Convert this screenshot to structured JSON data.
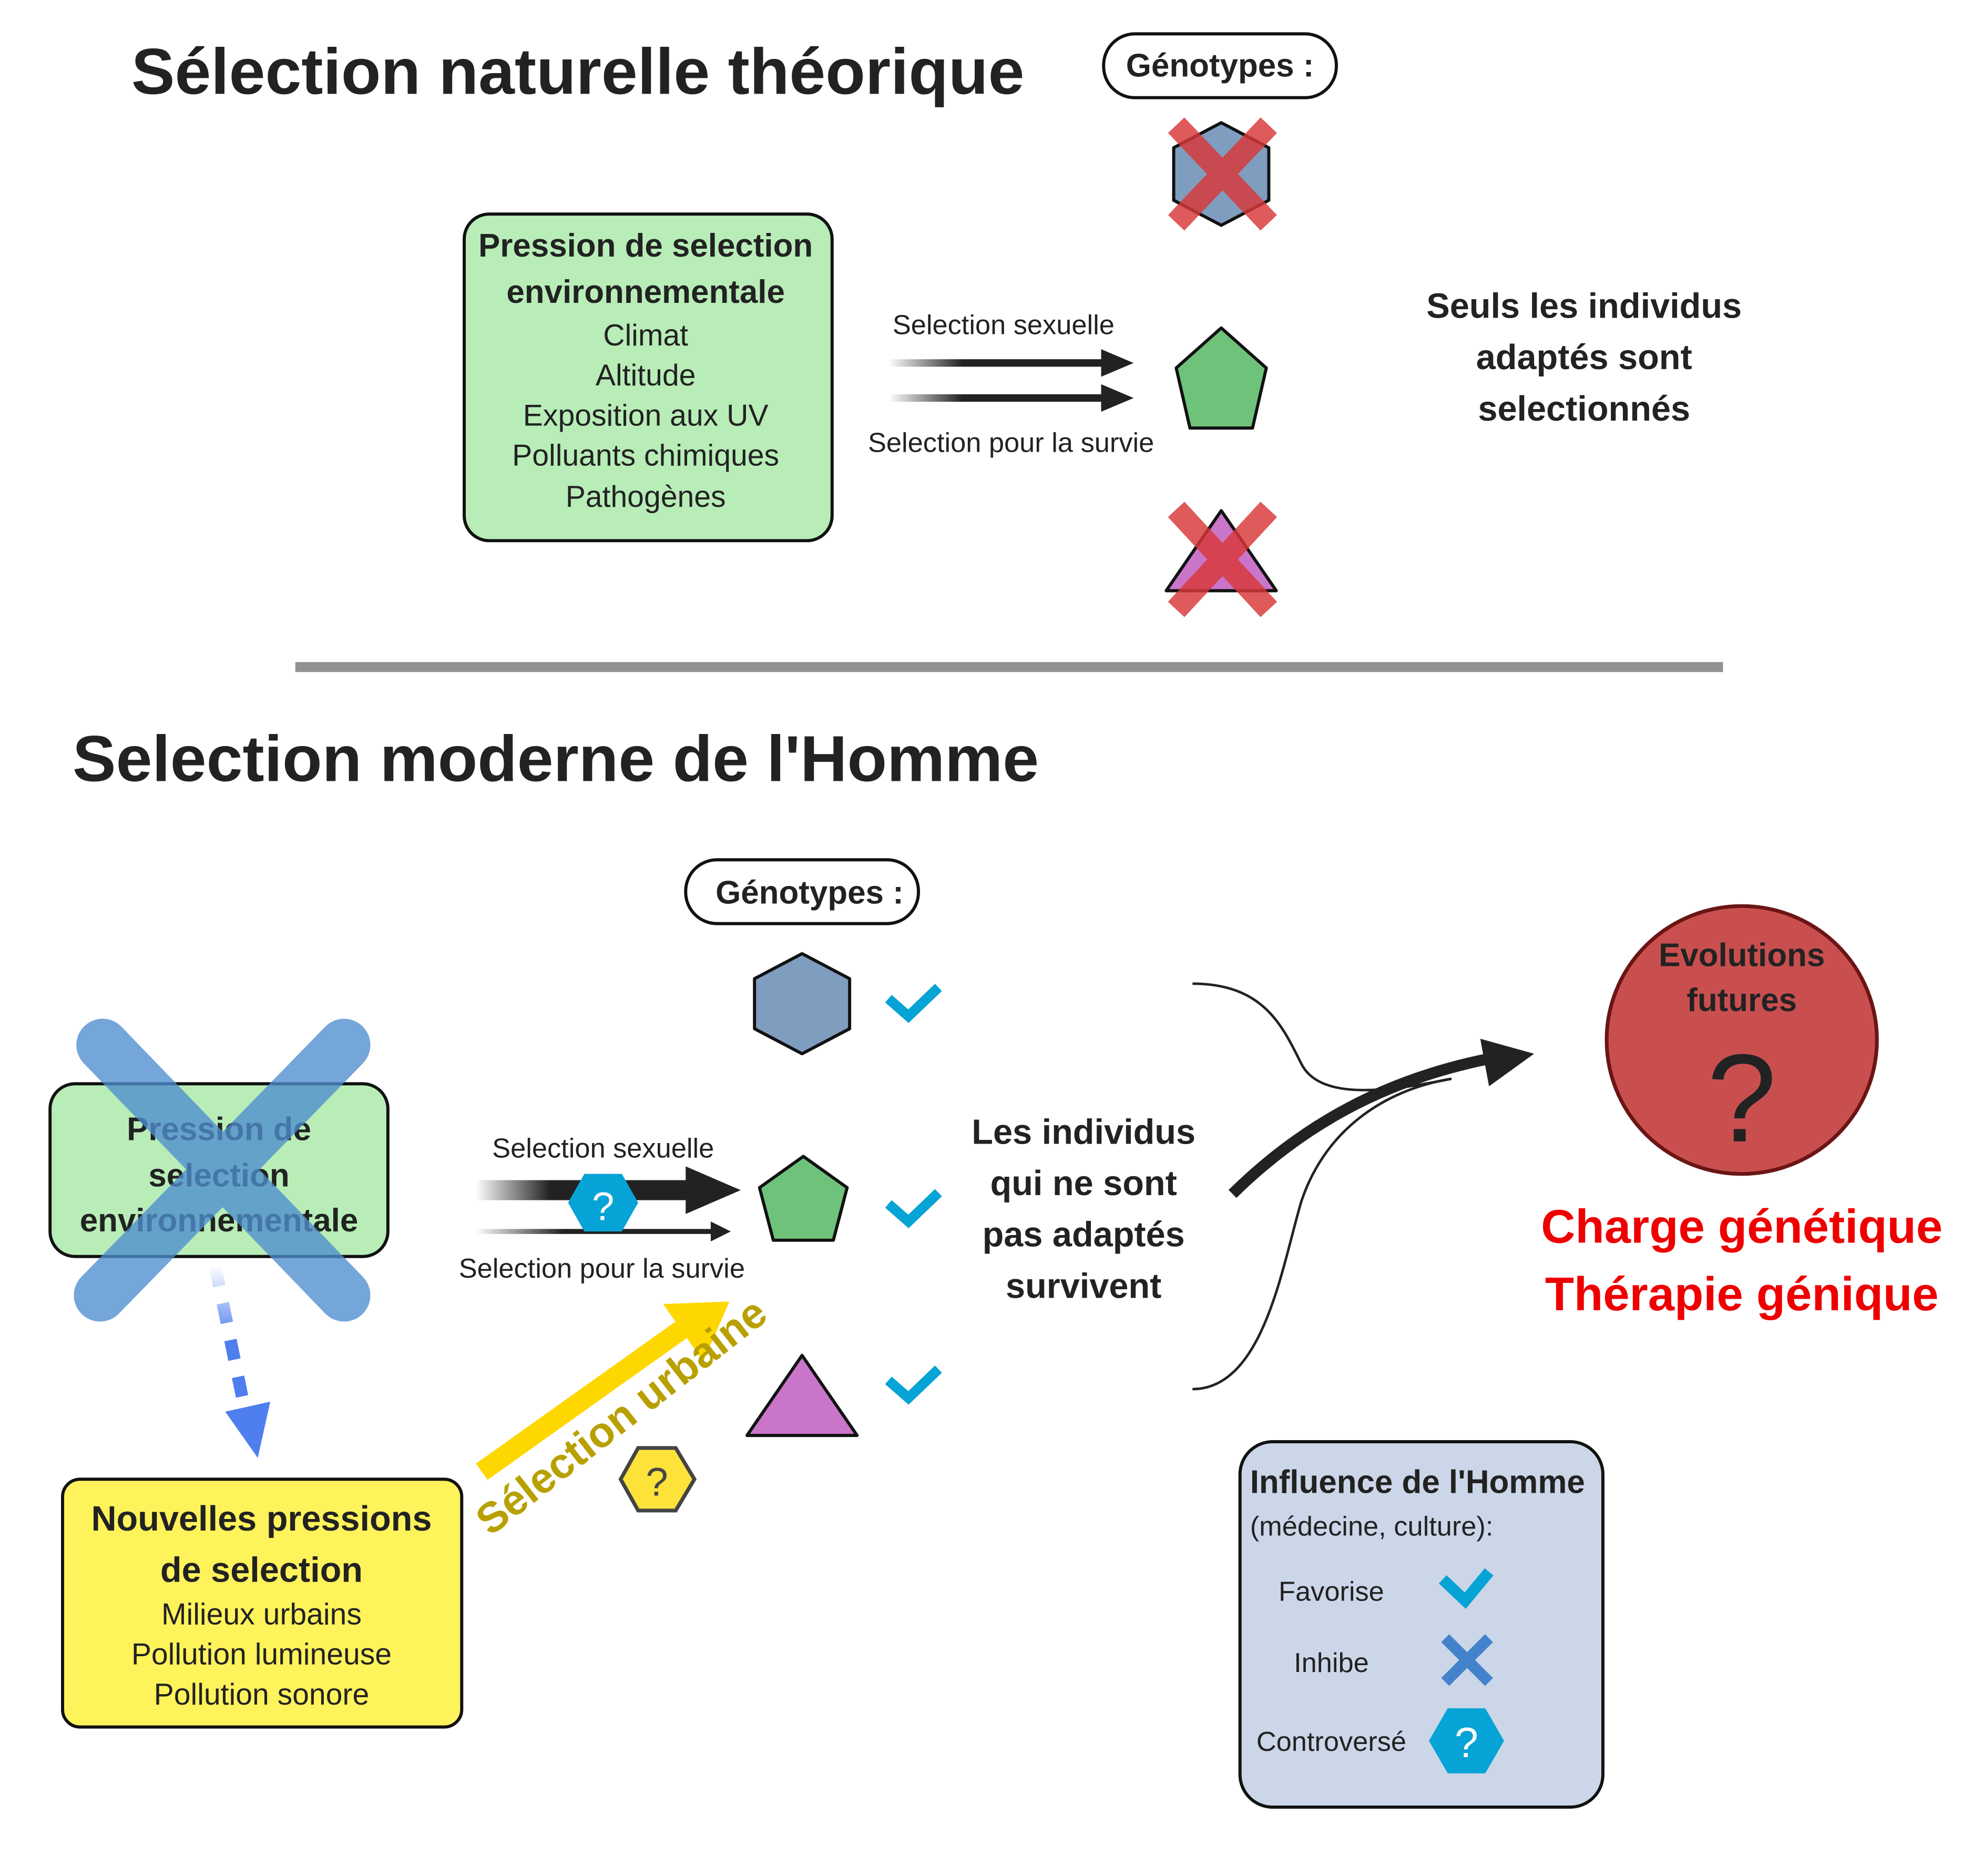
{
  "colors": {
    "green_box": "#b8edb8",
    "yellow_box": "#fff35c",
    "legend_box": "#cbd6e8",
    "hexagon": "#7f9dbf",
    "pentagon": "#6fc27a",
    "triangle": "#c975c9",
    "red_cross": "#d93838",
    "blue_cross": "#4f8ecf",
    "check": "#06a3d6",
    "question_hex": "#06a3d6",
    "question_hex_yellow": "#fde23a",
    "urban_arrow": "#ffd700",
    "future_circle": "#c94f4f",
    "red_text": "#ee0000",
    "divider": "#919191"
  },
  "top": {
    "title": "Sélection naturelle théorique",
    "genotypes_label": "Génotypes :",
    "pressure_box": {
      "title_line1": "Pression de selection",
      "title_line2": "environnementale",
      "items": [
        "Climat",
        "Altitude",
        "Exposition aux UV",
        "Polluants chimiques",
        "Pathogènes"
      ]
    },
    "arrow_labels": {
      "sexual": "Selection sexuelle",
      "survival": "Selection pour la survie"
    },
    "genotypes": [
      {
        "shape": "hexagon",
        "status": "eliminated"
      },
      {
        "shape": "pentagon",
        "status": "selected"
      },
      {
        "shape": "triangle",
        "status": "eliminated"
      }
    ],
    "conclusion": [
      "Seuls les individus",
      "adaptés sont",
      "selectionnés"
    ]
  },
  "bottom": {
    "title": "Selection moderne de l'Homme",
    "genotypes_label": "Génotypes :",
    "pressure_box": {
      "lines": [
        "Pression de",
        "selection",
        "environnementale"
      ],
      "status": "inhibited"
    },
    "new_pressure_box": {
      "title_line1": "Nouvelles pressions",
      "title_line2": "de selection",
      "items": [
        "Milieux urbains",
        "Pollution lumineuse",
        "Pollution sonore"
      ]
    },
    "arrow_labels": {
      "sexual": "Selection sexuelle",
      "survival": "Selection pour la survie",
      "urban": "Sélection urbaine"
    },
    "genotypes": [
      {
        "shape": "hexagon",
        "status": "favored"
      },
      {
        "shape": "pentagon",
        "status": "favored"
      },
      {
        "shape": "triangle",
        "status": "favored"
      }
    ],
    "conclusion": [
      "Les individus",
      "qui ne sont",
      "pas adaptés",
      "survivent"
    ],
    "future": {
      "line1": "Evolutions",
      "line2": "futures",
      "symbol": "?"
    },
    "consequences": [
      "Charge génétique",
      "Thérapie génique"
    ],
    "legend": {
      "title": "Influence de l'Homme",
      "subtitle": "(médecine, culture):",
      "items": [
        {
          "label": "Favorise",
          "icon": "check-icon"
        },
        {
          "label": "Inhibe",
          "icon": "cross-icon"
        },
        {
          "label": "Controversé",
          "icon": "question-hexagon-icon"
        }
      ],
      "question_symbol": "?"
    }
  }
}
